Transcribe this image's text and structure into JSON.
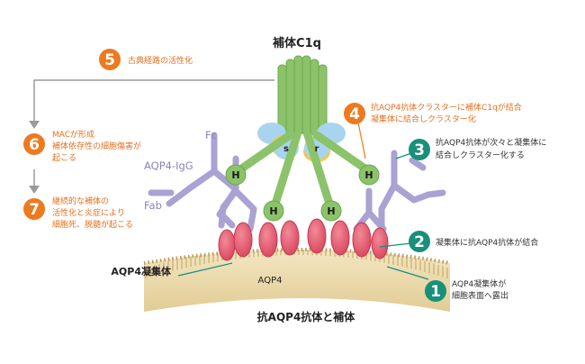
{
  "diagram": {
    "title": "補体C1q",
    "caption": "抗AQP4抗体と補体",
    "labels": {
      "fc": "Fc",
      "igg": "AQP4-IgG",
      "fab": "Fab",
      "aqp4": "AQP4",
      "aggregate": "AQP4凝集体",
      "subunit_s": "s",
      "subunit_r": "r",
      "heavy_chain": "H"
    },
    "steps": [
      {
        "number": "1",
        "lines": [
          "AQP4凝集体が",
          "細胞表面へ露出"
        ],
        "color": "#18907a"
      },
      {
        "number": "2",
        "lines": [
          "凝集体に抗AQP4抗体が結合"
        ],
        "color": "#18907a"
      },
      {
        "number": "3",
        "lines": [
          "抗AQP4抗体が次々と凝集体に",
          "結合しクラスター化する"
        ],
        "color": "#18907a"
      },
      {
        "number": "4",
        "lines": [
          "抗AQP4抗体クラスターに補体C1qが結合",
          "凝集体に結合しクラスター化"
        ],
        "color": "#ee7a1e"
      },
      {
        "number": "5",
        "lines": [
          "古典経路の活性化"
        ],
        "color": "#ee7a1e"
      },
      {
        "number": "6",
        "lines": [
          "MACが形成",
          "補体依存性の細胞傷害が",
          "起こる"
        ],
        "color": "#ee7a1e"
      },
      {
        "number": "7",
        "lines": [
          "継続的な補体の",
          "活性化と炎症により",
          "細胞死、脱髄が起こる"
        ],
        "color": "#ee7a1e"
      }
    ],
    "colors": {
      "green": "#8cc36a",
      "green_dark": "#6da84e",
      "purple": "#a9a2d2",
      "red": "#e0566d",
      "membrane": "#e8d6a8",
      "blue": "#a9d4ef",
      "yellow": "#f3c94a",
      "teal": "#18907a",
      "orange": "#ee7a1e"
    }
  }
}
